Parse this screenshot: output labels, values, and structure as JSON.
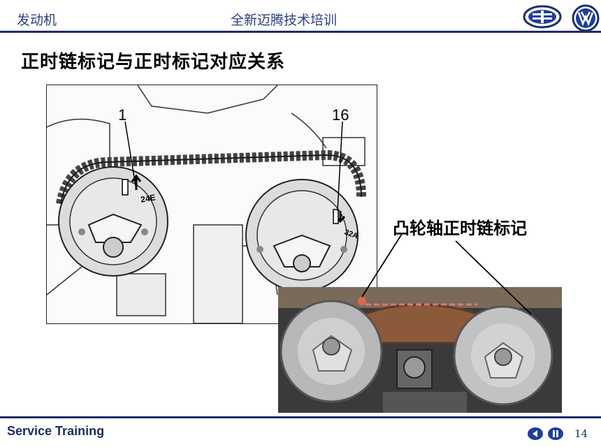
{
  "header": {
    "left_text": "发动机",
    "center_text": "全新迈腾技术培训"
  },
  "logos": [
    "faw-logo",
    "vw-logo"
  ],
  "slide": {
    "title": "正时链标记与正时标记对应关系",
    "diagram": {
      "label_a": "1",
      "label_b": "16",
      "mark_a": "24E",
      "mark_b": "32A"
    },
    "callout": "凸轮轴正时链标记"
  },
  "footer": {
    "label": "Service Training",
    "page_number": "14",
    "prev_icon": "back-arrow-icon",
    "pause_icon": "pause-icon"
  },
  "colors": {
    "brand_blue": "#1a2d6b",
    "header_text": "#2b3f84",
    "button_blue": "#1e3f9a"
  }
}
